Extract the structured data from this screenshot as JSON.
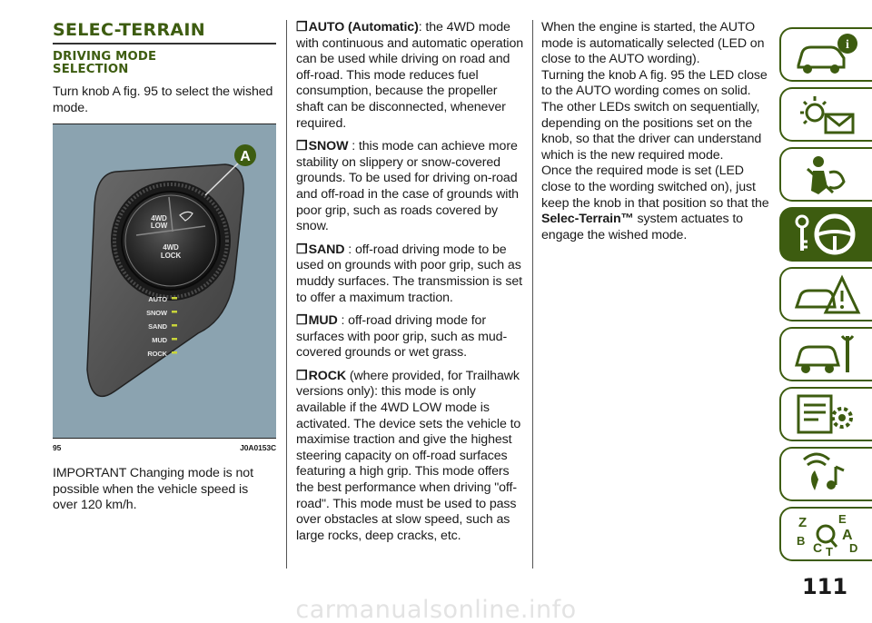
{
  "section_title": "SELEC-TERRAIN",
  "subsection_title_line1": "DRIVING MODE",
  "subsection_title_line2": "SELECTION",
  "intro_text": "Turn knob A fig. 95 to select the wished mode.",
  "figure": {
    "number": "95",
    "code": "J0A0153C",
    "callout": "A",
    "knob_upper_left": "4WD\nLOW",
    "knob_lower": "4WD\nLOCK",
    "modes": [
      "AUTO",
      "SNOW",
      "SAND",
      "MUD",
      "ROCK"
    ]
  },
  "important_text": "IMPORTANT Changing mode is not possible when the vehicle speed is over 120 km/h.",
  "bullet_glyph": "❒",
  "modes_text": [
    {
      "name": "AUTO (Automatic)",
      "text": ": the 4WD mode with continuous and automatic operation can be used while driving on road and off-road. This mode reduces fuel consumption, because the propeller shaft can be disconnected, whenever required."
    },
    {
      "name": "SNOW",
      "text": " : this mode can achieve more stability on slippery or snow-covered grounds. To be used for driving on-road and off-road in the case of grounds with poor grip, such as roads covered by snow."
    },
    {
      "name": "SAND",
      "text": " : off-road driving mode to be used on grounds with poor grip, such as muddy surfaces. The transmission is set to offer a maximum traction."
    },
    {
      "name": "MUD",
      "text": " : off-road driving mode for surfaces with poor grip, such as mud-covered grounds or wet grass."
    },
    {
      "name": "ROCK",
      "text": " (where provided, for Trailhawk versions only): this mode is only available if the 4WD LOW mode is activated. The device sets the vehicle to maximise traction and give the highest steering capacity on off-road surfaces featuring a high grip. This mode offers the best performance when driving \"off-road\". This mode must be used to pass over obstacles at slow speed, such as large rocks, deep cracks, etc."
    }
  ],
  "col3": {
    "para1": "When the engine is started, the AUTO mode is automatically selected (LED on close to the AUTO wording).",
    "para2": "Turning the knob A fig. 95 the LED close to the AUTO wording comes on solid. The other LEDs switch on sequentially, depending on the positions set on the knob, so that the driver can understand which is the new required mode.",
    "para3_start": "Once the required mode is set (LED close to the wording switched on), just keep the knob in that position so that the ",
    "para3_bold": "Selec-Terrain™",
    "para3_end": " system actuates to engage the wished mode."
  },
  "sidebar_tabs": [
    "car-info-icon",
    "warning-lights-icon",
    "airbag-safety-icon",
    "steering-wheel-key-icon",
    "emergency-triangle-icon",
    "car-maintenance-icon",
    "technical-data-icon",
    "multimedia-icon",
    "index-icon"
  ],
  "sidebar_index_letters": [
    "Z",
    "E",
    "B",
    "A",
    "C",
    "D",
    "T"
  ],
  "active_tab": 3,
  "page_number": "111",
  "watermark": "carmanualsonline.info",
  "colors": {
    "accent": "#3d5c10",
    "figure_bg": "#8ba3b0",
    "led": "#c8d43a"
  }
}
